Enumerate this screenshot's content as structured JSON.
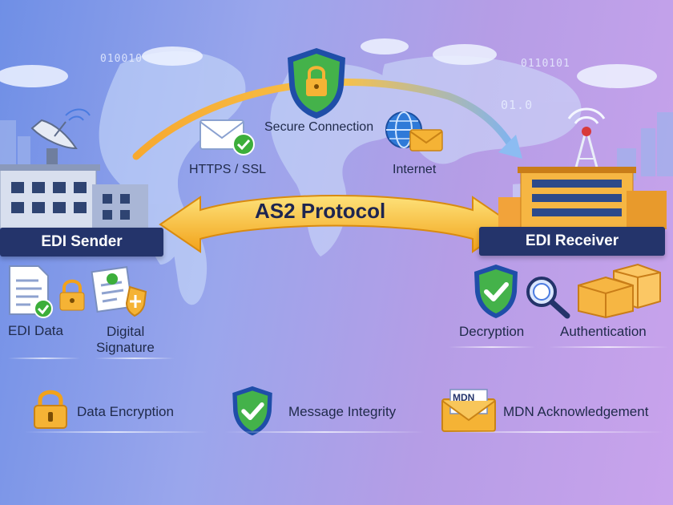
{
  "binary_left": "010010",
  "binary_right_top": "0110101",
  "binary_right_mid": "01.0",
  "top": {
    "secure_connection": "Secure Connection",
    "https_ssl": "HTTPS / SSL",
    "internet": "Internet"
  },
  "protocol_label": "AS2 Protocol",
  "sender": {
    "label": "EDI Sender",
    "edi_data": "EDI Data",
    "digital_signature_line1": "Digital",
    "digital_signature_line2": "Signature"
  },
  "receiver": {
    "label": "EDI Receiver",
    "decryption": "Decryption",
    "authentication": "Authentication"
  },
  "features": {
    "data_encryption": "Data Encryption",
    "message_integrity": "Message Integrity",
    "mdn_acknowledgement": "MDN Acknowledgement",
    "mdn_tag": "MDN"
  },
  "colors": {
    "navy": "#24346b",
    "gold": "#f5b335",
    "green": "#3cae3a",
    "shield_blue": "#1f4ea8"
  }
}
